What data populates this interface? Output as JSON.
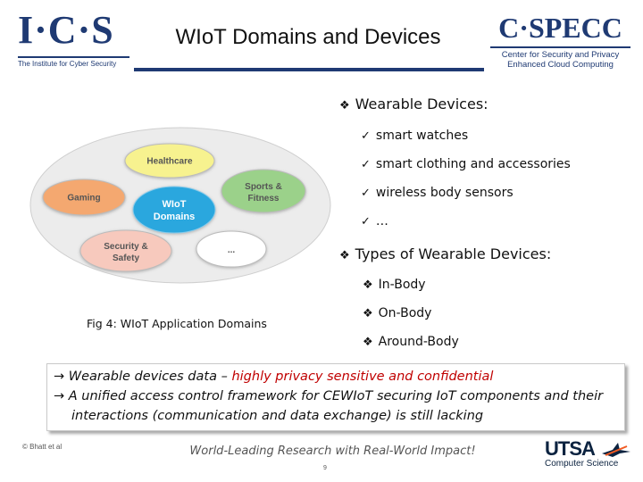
{
  "header": {
    "title": "WIoT Domains and Devices",
    "logo_left": {
      "main": "I·C·S",
      "tagline": "The Institute for Cyber Security"
    },
    "logo_right": {
      "main": "C·SPECC",
      "tagline1": "Center for Security and Privacy",
      "tagline2": "Enhanced Cloud Computing"
    }
  },
  "diagram": {
    "center": [
      "WIoT",
      "Domains"
    ],
    "domains": {
      "healthcare": [
        "Healthcare"
      ],
      "gaming": [
        "Gaming"
      ],
      "sports": [
        "Sports &",
        "Fitness"
      ],
      "security": [
        "Security &",
        "Safety"
      ],
      "more": [
        "..."
      ]
    },
    "caption": "Fig 4: WIoT Application Domains",
    "colors": {
      "healthcare": "#f7f28f",
      "gaming": "#f4a86f",
      "sports": "#9bd18a",
      "security": "#f7c9bd",
      "center": "#2aa7de",
      "more": "#ffffff",
      "outer": "#ececec"
    }
  },
  "wearable": {
    "marker": "❖",
    "heading": "Wearable Devices:",
    "check": "✓",
    "items": [
      "smart watches",
      "smart clothing and accessories",
      "wireless body sensors",
      "…"
    ]
  },
  "types": {
    "marker": "❖",
    "heading": "Types of Wearable Devices:",
    "items": [
      "In-Body",
      "On-Body",
      "Around-Body"
    ]
  },
  "summary": {
    "arrow": "→",
    "line1_prefix": "Wearable devices data – ",
    "line1_highlight": "highly privacy sensitive and confidential",
    "line2": "A unified access control framework for CEWIoT securing IoT components and their",
    "line3": "interactions (communication and data exchange) is still lacking"
  },
  "footer": {
    "copyright": "© Bhatt et al",
    "tagline": "World-Leading Research with Real-World Impact!",
    "page": "9",
    "logo": {
      "main": "UTSA",
      "sub": "Computer Science"
    }
  }
}
